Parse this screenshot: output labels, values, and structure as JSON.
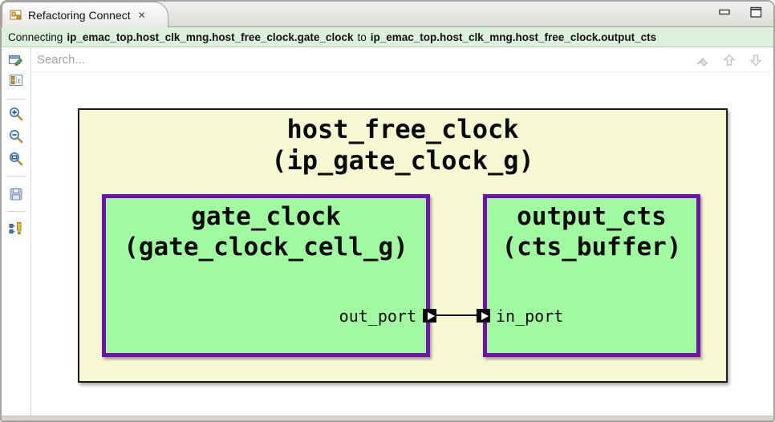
{
  "window": {
    "tab": {
      "label": "Refactoring Connect",
      "close_glyph": "✕"
    },
    "controls": [
      "minimize",
      "maximize"
    ]
  },
  "infobar": {
    "prefix": "Connecting",
    "source_path": "ip_emac_top.host_clk_mng.host_free_clock.gate_clock",
    "joiner": "to",
    "target_path": "ip_emac_top.host_clk_mng.host_free_clock.output_cts",
    "bg_color": "#ddefdd"
  },
  "search": {
    "placeholder": "Search..."
  },
  "toolbar": {
    "icons": [
      "edit-diagram",
      "show-type-labels",
      "zoom-in",
      "zoom-out",
      "zoom-to-fit",
      "save-diagram",
      "show-port-connections"
    ]
  },
  "search_actions": {
    "icons": [
      "clear-highlight",
      "previous-match",
      "next-match"
    ]
  },
  "diagram": {
    "container": {
      "instance": "host_free_clock",
      "type": "(ip_gate_clock_g)",
      "fill": "#f5f8d0",
      "border_color": "#1a1a1a"
    },
    "source_block": {
      "instance": "gate_clock",
      "type": "(gate_clock_cell_g)",
      "port": "out_port",
      "fill": "#a0fba0",
      "border_color": "#7111b0"
    },
    "target_block": {
      "instance": "output_cts",
      "type": "(cts_buffer)",
      "port": "in_port",
      "fill": "#a0fba0",
      "border_color": "#7111b0"
    },
    "wire_color": "#000000"
  }
}
